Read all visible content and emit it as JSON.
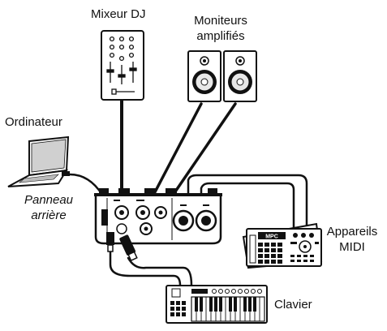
{
  "labels": {
    "mixer": "Mixeur DJ",
    "monitors_line1": "Moniteurs",
    "monitors_line2": "amplifiés",
    "computer": "Ordinateur",
    "rear_panel_line1": "Panneau",
    "rear_panel_line2": "arrière",
    "midi_devices_line1": "Appareils",
    "midi_devices_line2": "MIDI",
    "keyboard": "Clavier",
    "mpc_badge": "MPC"
  },
  "icons": {
    "computer": "laptop-icon",
    "mixer": "dj-mixer-icon",
    "monitors": "studio-monitor-icon",
    "interface": "audio-interface-icon",
    "midi_device": "mpc-pad-controller-icon",
    "keyboard": "midi-keyboard-icon"
  },
  "colors": {
    "line": "#111111",
    "device_fill": "#ffffff",
    "dark_fill": "#1a1a1a"
  }
}
